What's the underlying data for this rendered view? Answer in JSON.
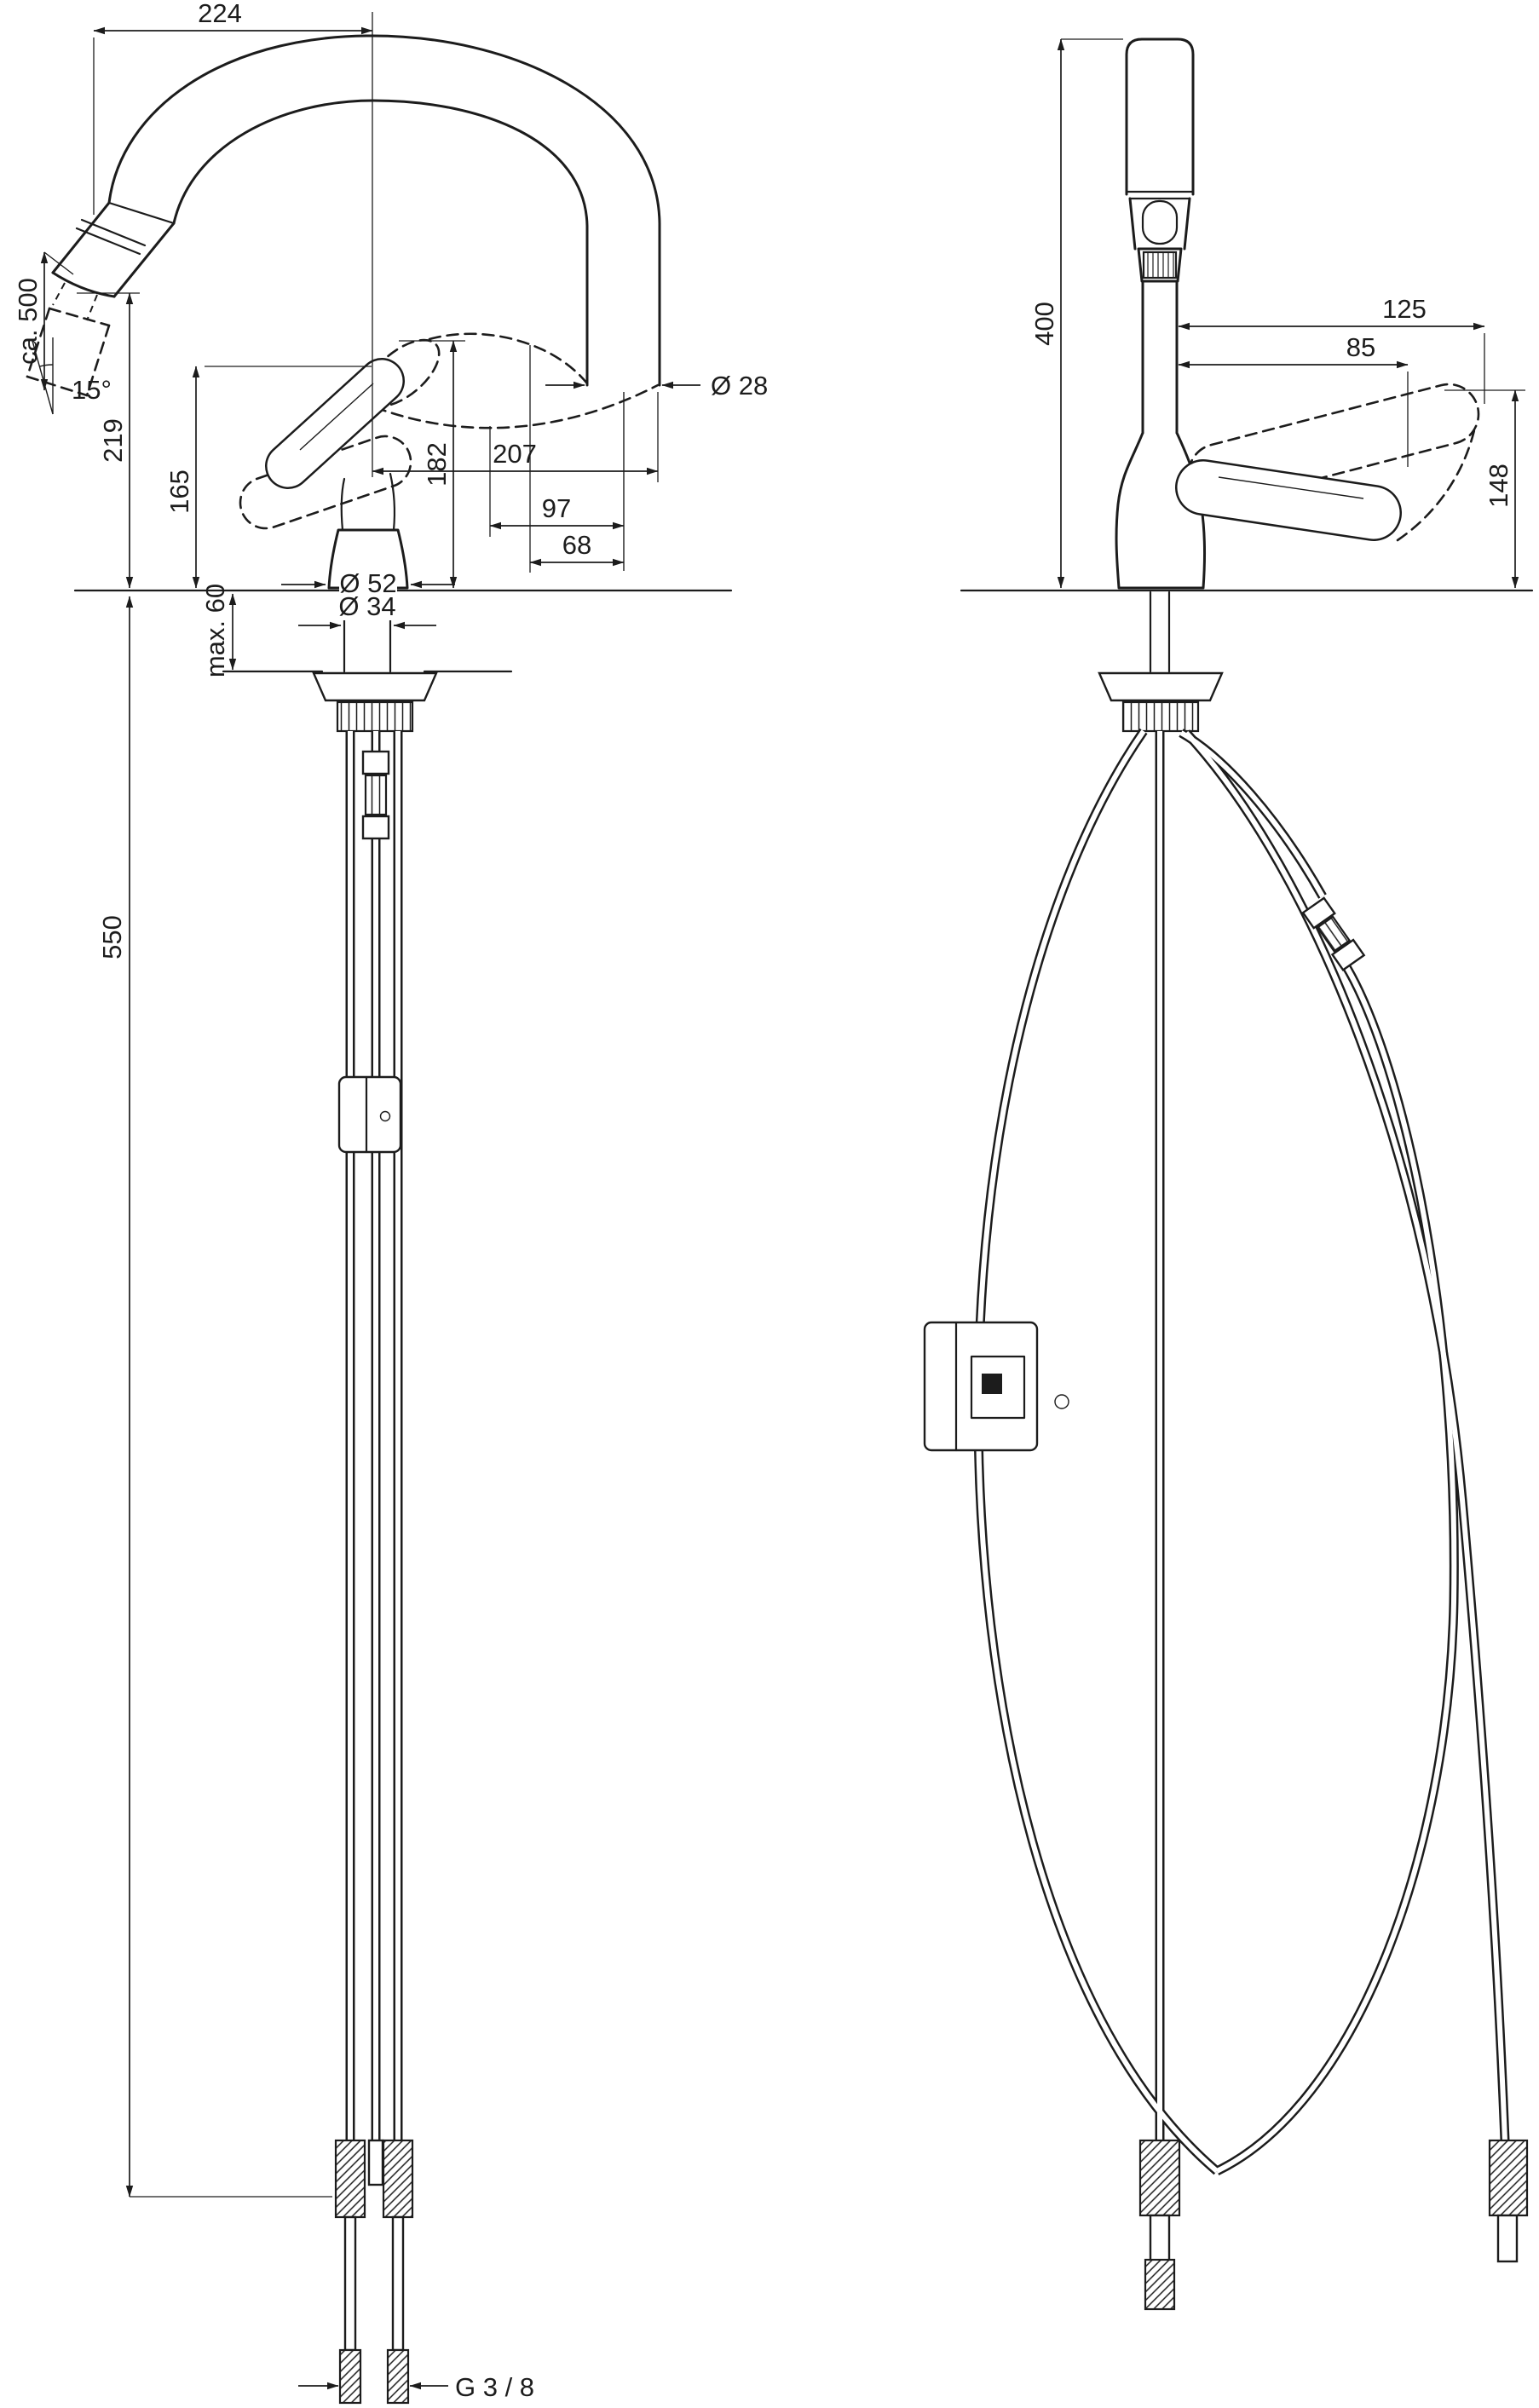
{
  "drawing": {
    "side": {
      "top_width": "224",
      "spout_dia": "Ø 28",
      "reach": "207",
      "d97": "97",
      "d68": "68",
      "hose_pull": "ca. 500",
      "angle": "15°",
      "h219": "219",
      "h165": "165",
      "h182": "182",
      "base_dia": "Ø 52",
      "hole_dia": "Ø 34",
      "counter_max": "max. 60",
      "hose_len": "550",
      "thread": "G 3 / 8"
    },
    "front": {
      "h400": "400",
      "w125": "125",
      "w85": "85",
      "h148": "148"
    }
  }
}
